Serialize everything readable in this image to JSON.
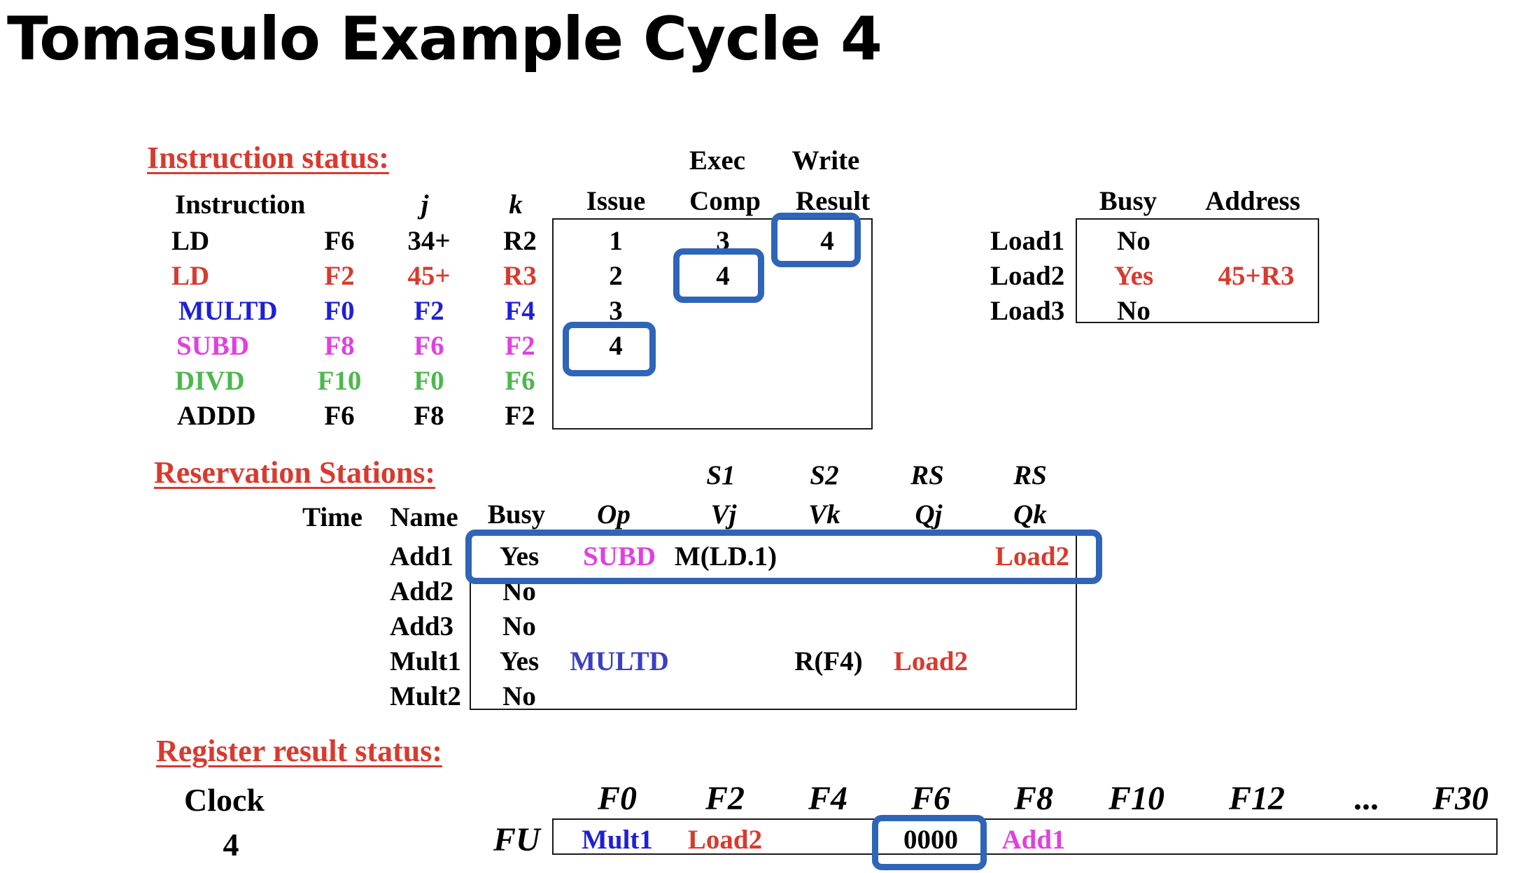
{
  "title": "Tomasulo Example Cycle 4",
  "colors": {
    "heading": "#d83a2e",
    "highlight": "#2f65b8",
    "ld2": "#d83a2e",
    "multd": "#1f1fd6",
    "subd": "#e040e0",
    "divd": "#4cb84c",
    "black": "#000000"
  },
  "instruction_status": {
    "heading": "Instruction status:",
    "col_headers": {
      "instruction": "Instruction",
      "j": "j",
      "k": "k",
      "issue": "Issue",
      "exec_top": "Exec",
      "exec_bottom": "Comp",
      "write_top": "Write",
      "write_bottom": "Result"
    },
    "rows": [
      {
        "op": "LD",
        "dest": "F6",
        "j": "34+",
        "k": "R2",
        "issue": "1",
        "exec": "3",
        "write": "4",
        "color": "black"
      },
      {
        "op": "LD",
        "dest": "F2",
        "j": "45+",
        "k": "R3",
        "issue": "2",
        "exec": "4",
        "write": "",
        "color": "ld2"
      },
      {
        "op": "MULTD",
        "dest": "F0",
        "j": "F2",
        "k": "F4",
        "issue": "3",
        "exec": "",
        "write": "",
        "color": "multd"
      },
      {
        "op": "SUBD",
        "dest": "F8",
        "j": "F6",
        "k": "F2",
        "issue": "4",
        "exec": "",
        "write": "",
        "color": "subd"
      },
      {
        "op": "DIVD",
        "dest": "F10",
        "j": "F0",
        "k": "F6",
        "issue": "",
        "exec": "",
        "write": "",
        "color": "divd"
      },
      {
        "op": "ADDD",
        "dest": "F6",
        "j": "F8",
        "k": "F2",
        "issue": "",
        "exec": "",
        "write": "",
        "color": "black"
      }
    ]
  },
  "load_buffers": {
    "col_headers": {
      "busy": "Busy",
      "address": "Address"
    },
    "rows": [
      {
        "name": "Load1",
        "busy": "No",
        "address": ""
      },
      {
        "name": "Load2",
        "busy": "Yes",
        "address": "45+R3"
      },
      {
        "name": "Load3",
        "busy": "No",
        "address": ""
      }
    ]
  },
  "reservation_stations": {
    "heading": "Reservation Stations:",
    "col_headers_top": {
      "s1": "S1",
      "s2": "S2",
      "rs1": "RS",
      "rs2": "RS"
    },
    "col_headers": {
      "time": "Time",
      "name": "Name",
      "busy": "Busy",
      "op": "Op",
      "vj": "Vj",
      "vk": "Vk",
      "qj": "Qj",
      "qk": "Qk"
    },
    "rows": [
      {
        "time": "",
        "name": "Add1",
        "busy": "Yes",
        "op": "SUBD",
        "vj": "M(LD.1)",
        "vk": "",
        "qj": "",
        "qk": "Load2"
      },
      {
        "time": "",
        "name": "Add2",
        "busy": "No",
        "op": "",
        "vj": "",
        "vk": "",
        "qj": "",
        "qk": ""
      },
      {
        "time": "",
        "name": "Add3",
        "busy": "No",
        "op": "",
        "vj": "",
        "vk": "",
        "qj": "",
        "qk": ""
      },
      {
        "time": "",
        "name": "Mult1",
        "busy": "Yes",
        "op": "MULTD",
        "vj": "",
        "vk": "R(F4)",
        "qj": "Load2",
        "qk": ""
      },
      {
        "time": "",
        "name": "Mult2",
        "busy": "No",
        "op": "",
        "vj": "",
        "vk": "",
        "qj": "",
        "qk": ""
      }
    ]
  },
  "register_status": {
    "heading": "Register result status:",
    "clock_label": "Clock",
    "clock_value": "4",
    "fu_label": "FU",
    "registers": [
      "F0",
      "F2",
      "F4",
      "F6",
      "F8",
      "F10",
      "F12",
      "...",
      "F30"
    ],
    "fu_values": [
      "Mult1",
      "Load2",
      "",
      "0000",
      "Add1",
      "",
      "",
      "",
      ""
    ]
  }
}
